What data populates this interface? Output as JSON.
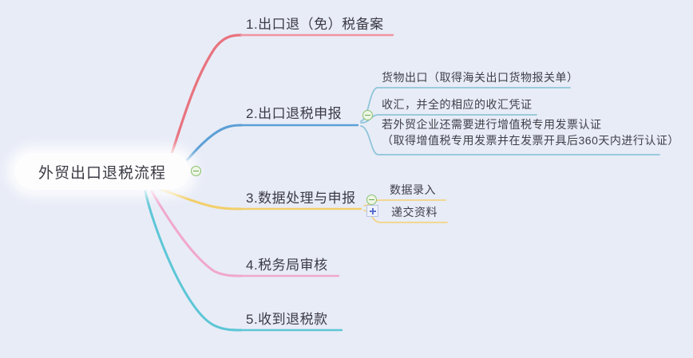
{
  "canvas": {
    "background_color": "#e8ecf7",
    "type": "mindmap"
  },
  "root": {
    "label": "外贸出口退税流程",
    "collapse_icon": "collapse-minus-icon"
  },
  "branches": [
    {
      "id": "branch-1",
      "label": "1.出口退（免）税备案",
      "color": "#e8737e",
      "has_children": false
    },
    {
      "id": "branch-2",
      "label": "2.出口退税申报",
      "color": "#5c9fd6",
      "has_children": true,
      "collapse_icon": "collapse-minus-icon",
      "children": [
        {
          "id": "branch-2-child-1",
          "label": "货物出口（取得海关出口货物报关单）",
          "color": "#8fc5d9"
        },
        {
          "id": "branch-2-child-2",
          "label": "收汇，并全的相应的收汇凭证",
          "color": "#8fc5d9"
        },
        {
          "id": "branch-2-child-3",
          "label_line1": "若外贸企业还需要进行增值税专用发票认证",
          "label_line2": "（取得增值税专用发票并在发票开具后360天内进行认证）",
          "color": "#8fc5d9"
        }
      ]
    },
    {
      "id": "branch-3",
      "label": "3.数据处理与申报",
      "color": "#f2cf6a",
      "has_children": true,
      "collapse_icon": "collapse-minus-icon",
      "expand_icon": "expand-plus-icon",
      "children": [
        {
          "id": "branch-3-child-1",
          "label": "数据录入",
          "color": "#f3d485"
        },
        {
          "id": "branch-3-child-2",
          "label": "递交资料",
          "color": "#f3d485"
        }
      ]
    },
    {
      "id": "branch-4",
      "label": "4.税务局审核",
      "color": "#f0a8ce",
      "has_children": false
    },
    {
      "id": "branch-5",
      "label": "5.收到退税款",
      "color": "#5dc6d6",
      "has_children": false
    }
  ]
}
